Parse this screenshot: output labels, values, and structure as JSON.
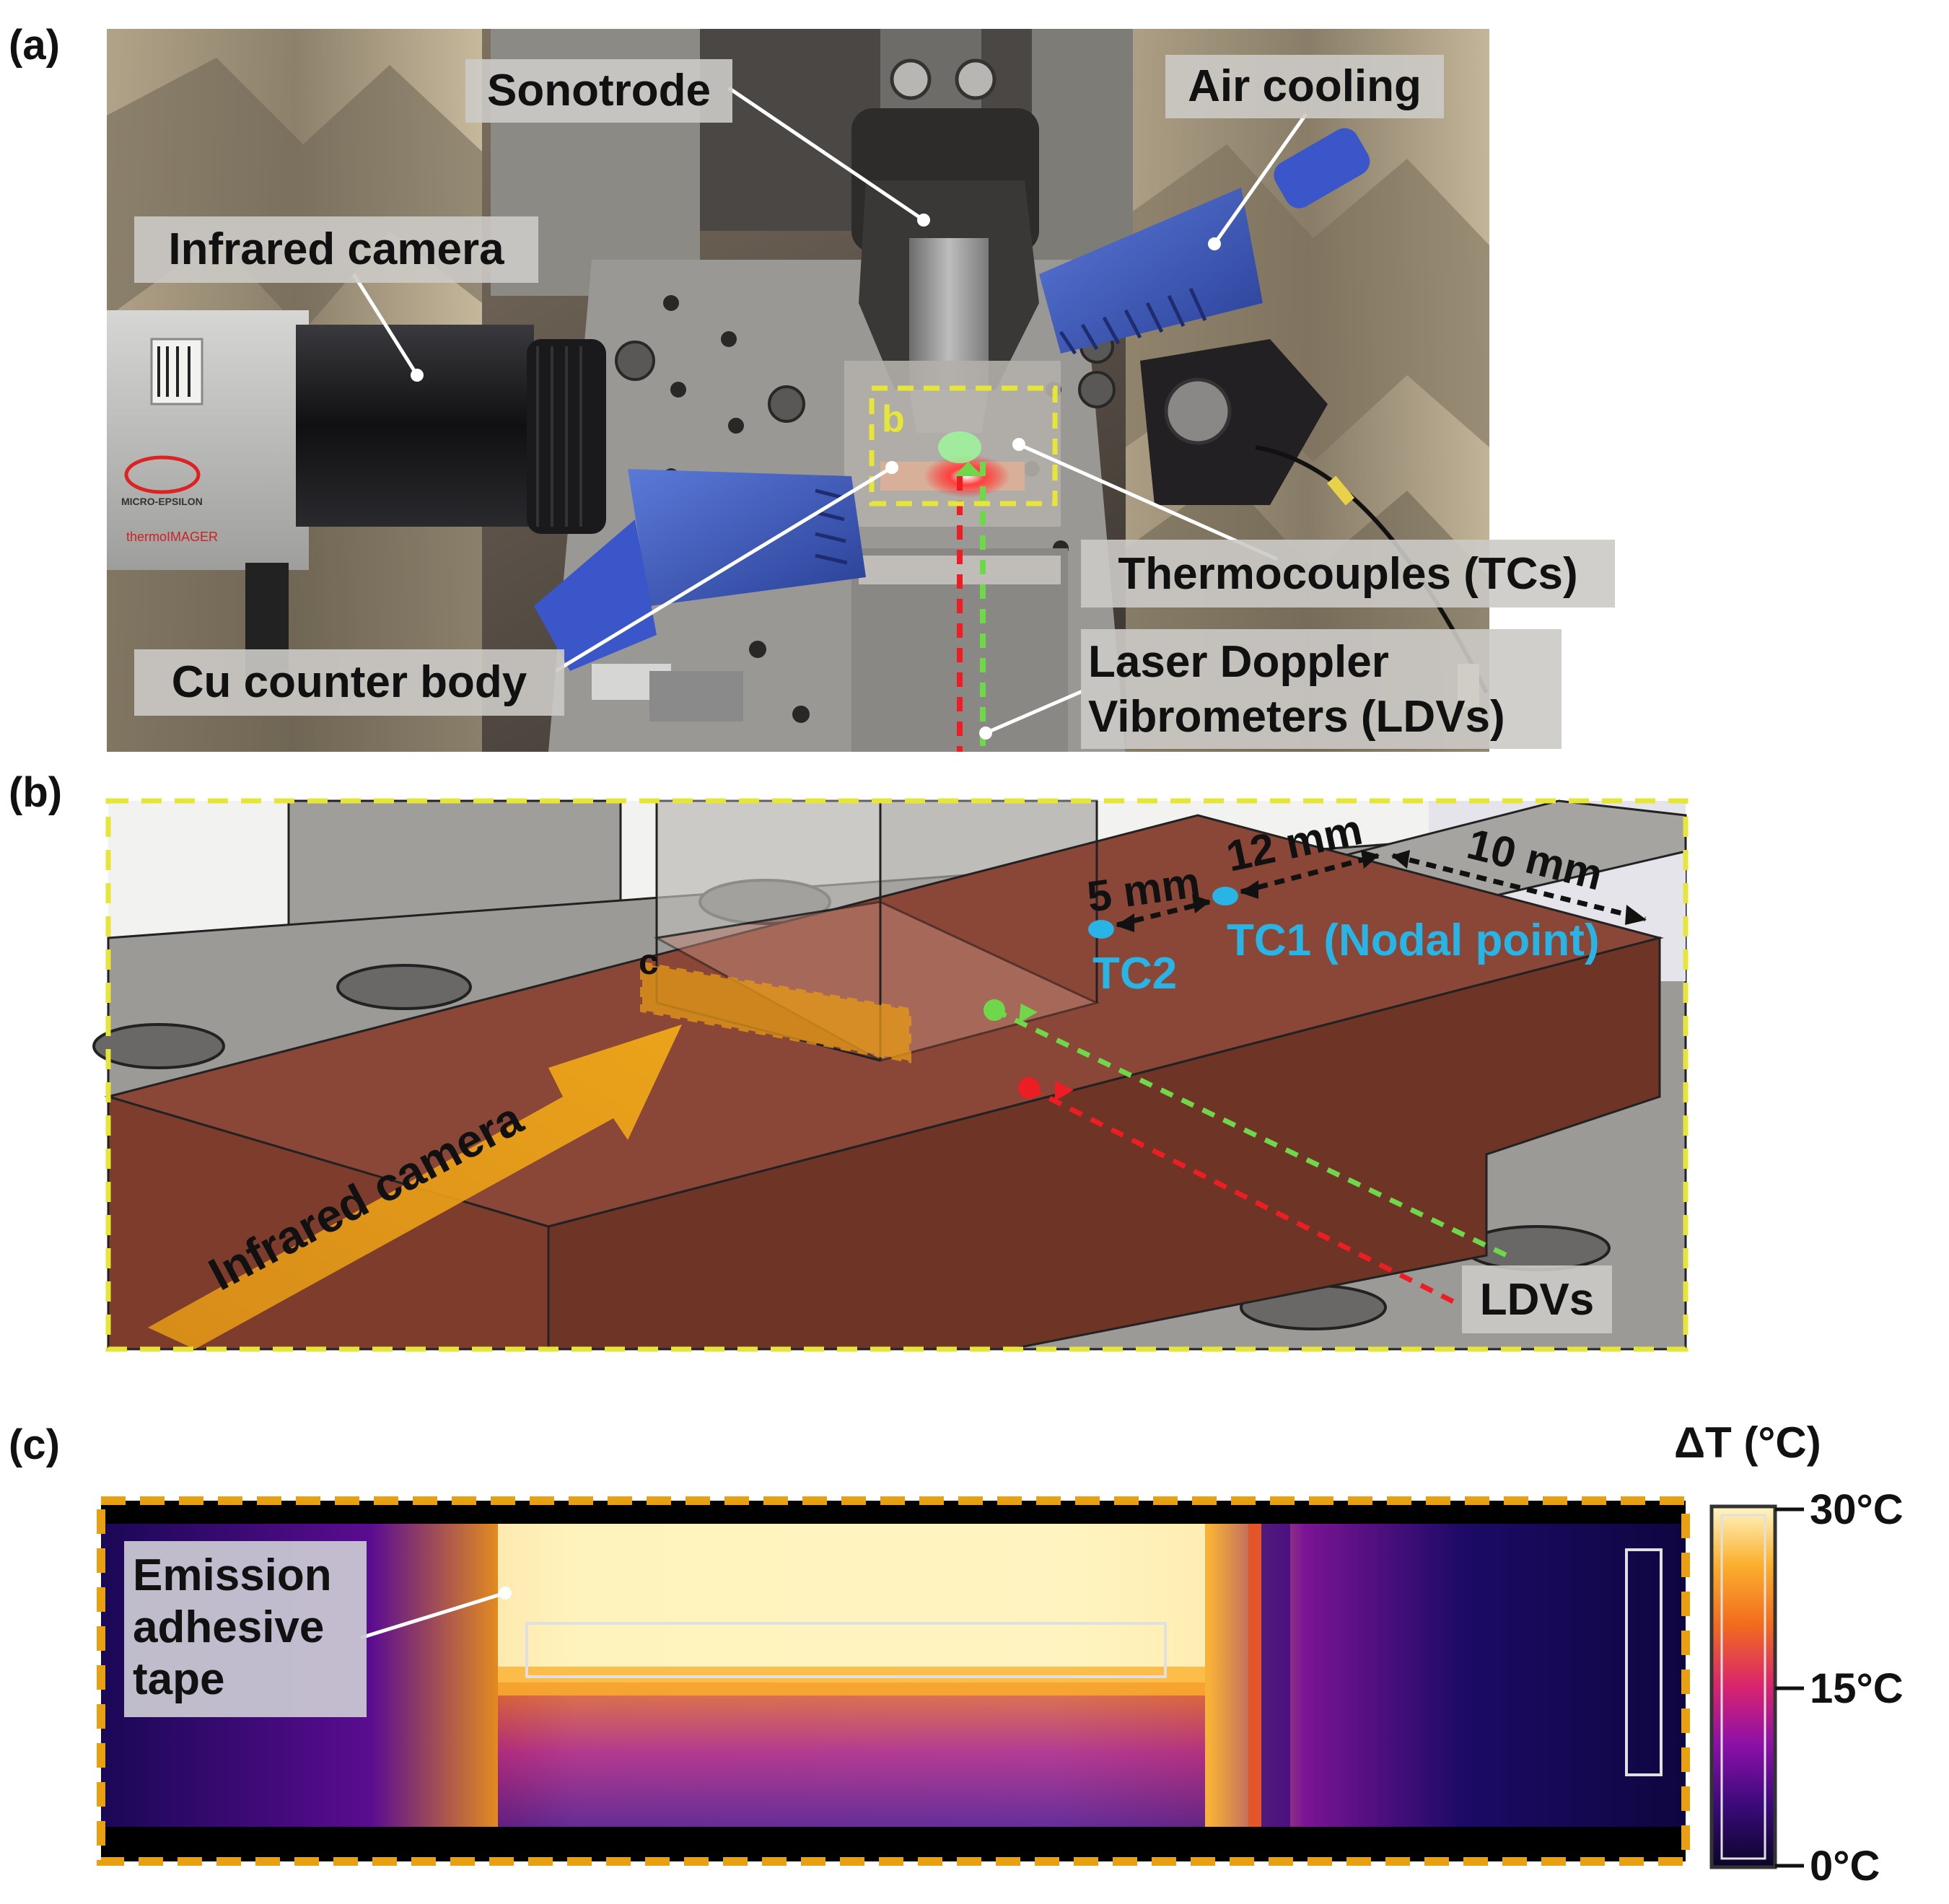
{
  "panels": {
    "a": {
      "letter": "(a)",
      "labels": {
        "sonotrode": "Sonotrode",
        "air_cooling": "Air cooling",
        "infrared_camera": "Infrared camera",
        "thermocouples": "Thermocouples (TCs)",
        "cu_counter_body": "Cu counter body",
        "ldv_line1": "Laser Doppler",
        "ldv_line2": "Vibrometers (LDVs)",
        "zoom_marker": "b"
      },
      "camera_brand": "MICRO-EPSILON",
      "camera_model": "thermoIMAGER"
    },
    "b": {
      "letter": "(b)",
      "labels": {
        "zoom_marker": "c",
        "infrared_camera": "Infrared camera",
        "tc1": "TC1 (Nodal point)",
        "tc2": "TC2",
        "dim_5": "5 mm",
        "dim_12": "12 mm",
        "dim_10": "10 mm",
        "ldvs": "LDVs"
      }
    },
    "c": {
      "letter": "(c)",
      "labels": {
        "tape_line1": "Emission",
        "tape_line2": "adhesive",
        "tape_line3": "tape"
      },
      "colorbar": {
        "title": "ΔT (°C)",
        "ticks": [
          "30°C",
          "15°C",
          "0°C"
        ],
        "range": [
          0,
          30
        ],
        "palette": [
          "#0a0528",
          "#3a0a7a",
          "#8c10a8",
          "#d8246e",
          "#f26a1e",
          "#fbb02e",
          "#fef6c4"
        ]
      }
    }
  },
  "colors": {
    "copper": "#7a3d2c",
    "tool_grey": "#9c9a96",
    "highlight_yellow": "#e6e63a",
    "ir_orange": "#e79a16",
    "tc_cyan": "#28b4e4",
    "laser_red": "#ec1e24",
    "laser_green": "#6ed84a"
  }
}
